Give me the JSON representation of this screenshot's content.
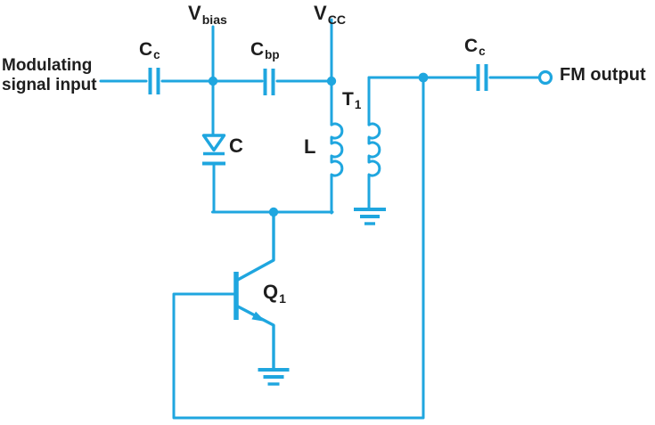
{
  "colors": {
    "wire": "#1FA6DF",
    "text": "#1E1E1E",
    "background": "#FFFFFF"
  },
  "labels": {
    "input": {
      "line1": "Modulating",
      "line2": "signal input"
    },
    "cc_in": {
      "main": "C",
      "sub": "c"
    },
    "v_bias": {
      "main": "V",
      "sub": "bias"
    },
    "c_bp": {
      "main": "C",
      "sub": "bp"
    },
    "v_cc": {
      "main": "V",
      "sub": "CC"
    },
    "varactor": {
      "main": "C"
    },
    "inductor": {
      "main": "L"
    },
    "transformer": {
      "main": "T",
      "sub": "1"
    },
    "transistor": {
      "main": "Q",
      "sub": "1"
    },
    "cc_out": {
      "main": "C",
      "sub": "c"
    },
    "fm_output": {
      "main": "FM output"
    }
  }
}
